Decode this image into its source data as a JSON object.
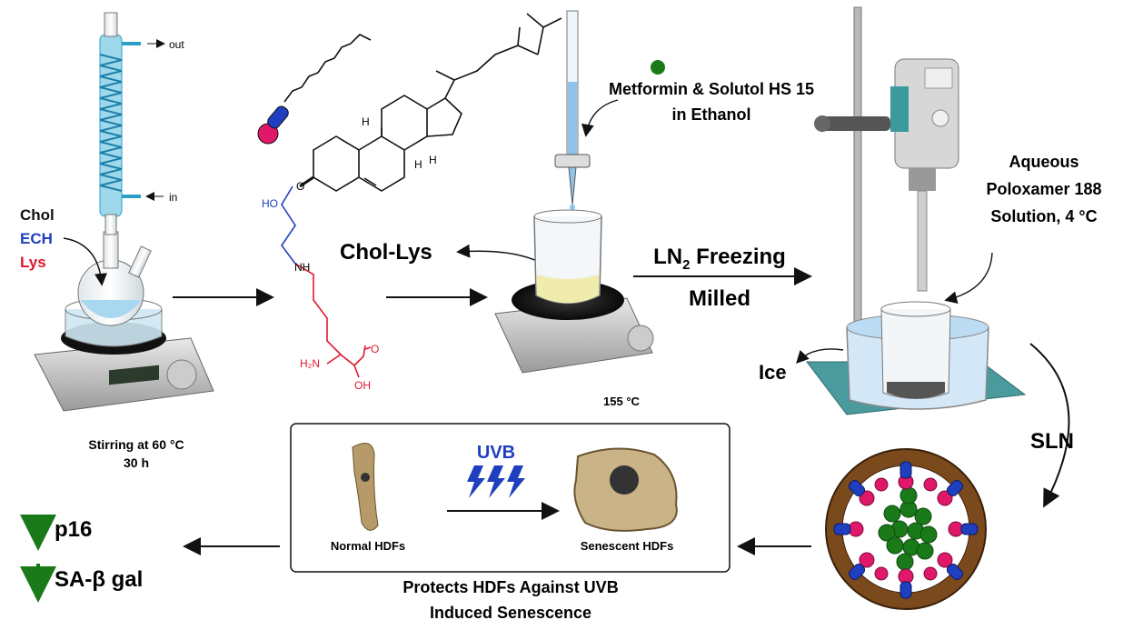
{
  "colors": {
    "blue": "#1f3fbf",
    "red": "#e0182e",
    "green": "#1a7a1a",
    "magenta": "#e0186a",
    "coil": "#2aa0c8",
    "plate": "#7a4a1c",
    "cell": "#b69a6a",
    "teal": "#3a9a9e"
  },
  "condenser": {
    "out_label": "out",
    "in_label": "in"
  },
  "reactants": {
    "chol": "Chol",
    "ech": "ECH",
    "lys": "Lys"
  },
  "step1": {
    "condition_line1": "Stirring at 60 °C",
    "condition_line2": "30 h"
  },
  "structure": {
    "ho": "HO",
    "o": "O",
    "nh": "NH",
    "h2n": "H₂N",
    "oh": "OH",
    "o2": "O",
    "h_labels": [
      "H",
      "H",
      "H"
    ]
  },
  "product": {
    "name": "Chol-Lys"
  },
  "step2": {
    "drug_line1": "Metformin & Solutol HS 15",
    "drug_line2": "in Ethanol",
    "temperature": "155 °C"
  },
  "step3": {
    "line1_pre": "LN",
    "line1_sub": "2",
    "line1_post": " Freezing",
    "line2": "Milled"
  },
  "step4": {
    "line1": "Aqueous",
    "line2": "Poloxamer 188",
    "line3": "Solution, 4 °C",
    "ice": "Ice"
  },
  "sln": {
    "label": "SLN"
  },
  "box": {
    "normal": "Normal HDFs",
    "uvb": "UVB",
    "senescent": "Senescent HDFs",
    "caption_line1": "Protects HDFs Against UVB",
    "caption_line2": "Induced Senescence"
  },
  "results": {
    "p16": "p16",
    "sa": "SA-β gal"
  }
}
